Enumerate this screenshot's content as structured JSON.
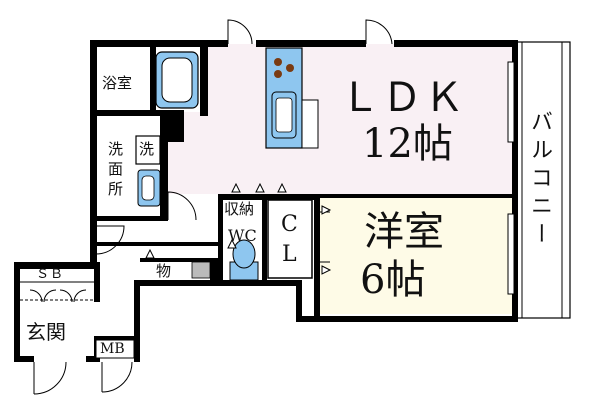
{
  "rooms": {
    "ldk": {
      "name": "ＬＤＫ",
      "size": "12帖"
    },
    "western": {
      "name": "洋室",
      "size": "6帖"
    },
    "bath": {
      "name": "浴室"
    },
    "washroom": {
      "name_lines": [
        "洗",
        "面",
        "所"
      ]
    },
    "washer": {
      "name": "洗"
    },
    "storage": {
      "name": "収納"
    },
    "toilet": {
      "name": "WC"
    },
    "closet": {
      "name_lines": [
        "C",
        "L"
      ]
    },
    "mono": {
      "name": "物"
    },
    "shoebox": {
      "name": "ＳＢ"
    },
    "entrance": {
      "name": "玄関"
    },
    "meter_box": {
      "name": "MB"
    },
    "balcony": {
      "name": "バルコニー"
    }
  },
  "colors": {
    "ldk_floor": "#f9f0f4",
    "western_floor": "#fefbe7",
    "wet_area_floor": "#ffffff",
    "counter_blue": "#8ec6ef",
    "stove_brown": "#7a3b12",
    "wall": "#000000"
  }
}
